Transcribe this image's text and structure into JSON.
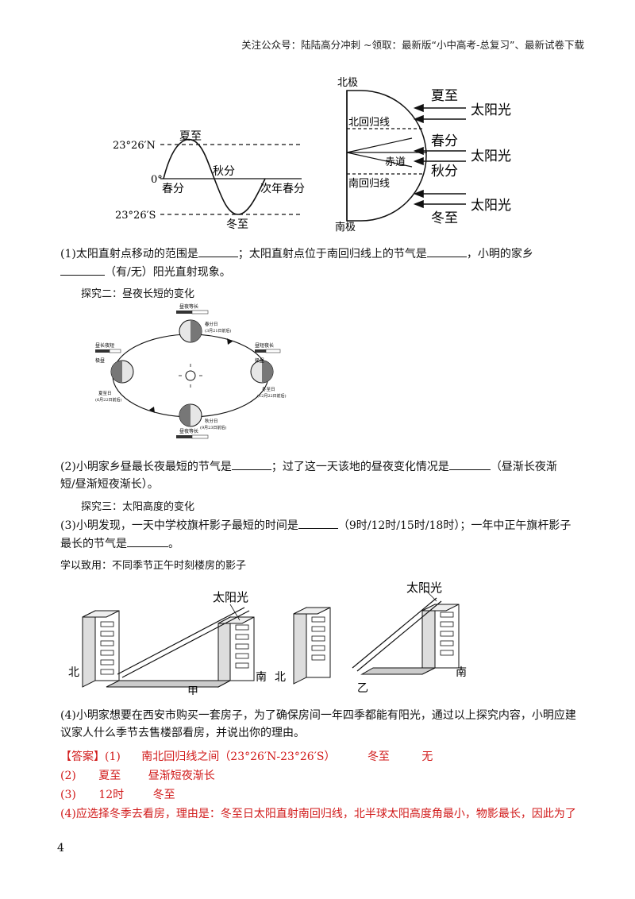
{
  "header": "关注公众号：陆陆高分冲刺  ~领取：最新版“小中高考-总复习”、最新试卷下载",
  "fig1": {
    "lat_n": "23°26′N",
    "lat_0": "0°",
    "lat_s": "23°26′S",
    "summer": "夏至",
    "spring": "春分",
    "autumn": "秋分",
    "winter": "冬至",
    "next_spring": "次年春分"
  },
  "fig2": {
    "north_pole": "北极",
    "south_pole": "南极",
    "tropic_n": "北回归线",
    "equator": "赤道",
    "tropic_s": "南回归线",
    "summer": "夏至",
    "spring": "春分",
    "autumn": "秋分",
    "winter": "冬至",
    "sunlight": "太阳光"
  },
  "q1": {
    "a": "(1)太阳直射点移动的范围是",
    "b": "；太阳直射点位于南回归线上的节气是",
    "c": "，小明的家乡",
    "d": "（有/无）阳光直射现象。"
  },
  "explore2": "探究二：昼夜长短的变化",
  "orbit": {
    "eq_top": "昼夜等长",
    "spring_date": "春分日",
    "spring_sub": "(3月21日前后)",
    "left_label": "昼长夜短",
    "left_sub": "极昼",
    "left_date": "夏至日",
    "left_date_sub": "(6月22日前后)",
    "right_label": "昼短夜长",
    "right_sub": "极昼",
    "right_date": "冬至日",
    "right_date_sub": "(12月22日前后)",
    "autumn_date": "秋分日",
    "autumn_sub": "(9月23日前后)",
    "eq_bottom": "昼夜等长"
  },
  "q2": {
    "a": "(2)小明家乡昼最长夜最短的节气是",
    "b": "；过了这一天该地的昼夜变化情况是",
    "c": "（昼渐长夜渐",
    "d": "短/昼渐短夜渐长）。"
  },
  "explore3": "探究三：太阳高度的变化",
  "q3": {
    "a": "(3)小明发现，一天中学校旗杆影子最短的时间是",
    "b": "（9时/12时/15时/18时）；一年中正午旗杆影子",
    "c": "最长的节气是",
    "d": "。"
  },
  "apply": "学以致用：不同季节正午时刻楼房的影子",
  "buildings": {
    "sunlight1": "太阳光",
    "north1": "北",
    "south1": "南",
    "jia": "甲",
    "sunlight2": "太阳光",
    "north2": "北",
    "south2": "南",
    "yi": "乙"
  },
  "q4": {
    "a": "(4)小明家想要在西安市购买一套房子，为了确保房间一年四季都能有阳光，通过以上探究内容，小明应建",
    "b": "议家人什么季节去售楼部看房，并说出你的理由。"
  },
  "answer": {
    "tag": "【答案】",
    "l1_num": "(1)",
    "l1_a": "南北回归线之间（23°26′N-23°26′S）",
    "l1_b": "冬至",
    "l1_c": "无",
    "l2_num": "(2)",
    "l2_a": "夏至",
    "l2_b": "昼渐短夜渐长",
    "l3_num": "(3)",
    "l3_a": "12时",
    "l3_b": "冬至",
    "l4": "(4)应选择冬季去看房，理由是：冬至日太阳直射南回归线，北半球太阳高度角最小，物影最长，因此为了"
  },
  "page_number": "4"
}
